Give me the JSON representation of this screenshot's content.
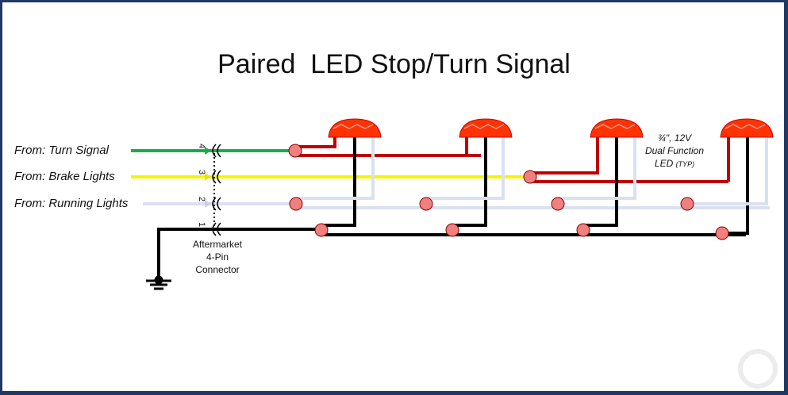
{
  "title": "Paired  LED Stop/Turn Signal",
  "inputs": [
    {
      "label": "From: Turn Signal",
      "color": "#1fa84f",
      "pin": "4"
    },
    {
      "label": "From: Brake Lights",
      "color": "#f5f500",
      "pin": "3"
    },
    {
      "label": "From: Running Lights",
      "color": "#d9e1f0",
      "pin": "2"
    },
    {
      "label": "",
      "color": "#000000",
      "pin": "1"
    }
  ],
  "connector": {
    "line1": "Aftermarket",
    "line2": "4-Pin",
    "line3": "Connector"
  },
  "led_note": {
    "line1": "¾\",  12V",
    "line2": "Dual Function",
    "line3": "LED",
    "typ": "(TYP)"
  },
  "icons": {
    "ground": "ground-symbol-icon",
    "lamp": "led-lamp-icon",
    "watermark": "watermark-logo-icon"
  },
  "colors": {
    "turn_wire": "#1fa84f",
    "brake_wire": "#f5f500",
    "running_wire": "#d9e1f0",
    "ground_wire": "#000000",
    "lamp_feed": "#c00000",
    "junction": "#f08080",
    "lamp_body": "#ff3300",
    "border": "#1f3864"
  }
}
